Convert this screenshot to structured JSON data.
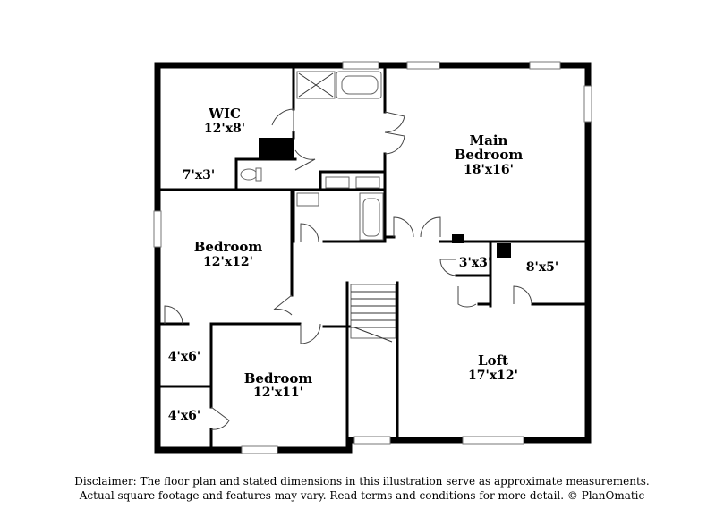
{
  "rooms": {
    "wic": {
      "name": "WIC",
      "dim": "12'x8'"
    },
    "wic_closet": {
      "dim": "7'x3'"
    },
    "main_bedroom": {
      "name1": "Main",
      "name2": "Bedroom",
      "dim": "18'x16'"
    },
    "bedroom_1": {
      "name": "Bedroom",
      "dim": "12'x12'"
    },
    "bedroom_2": {
      "name": "Bedroom",
      "dim": "12'x11'"
    },
    "closet_a": {
      "dim": "3'x3'"
    },
    "closet_b": {
      "dim": "8'x5'"
    },
    "closet_c": {
      "dim": "4'x6'"
    },
    "closet_d": {
      "dim": "4'x6'"
    },
    "loft": {
      "name": "Loft",
      "dim": "17'x12'"
    }
  },
  "disclaimer": {
    "line1": "Disclaimer: The floor plan and stated dimensions in this illustration serve as approximate measurements.",
    "line2": "Actual square footage and features may vary. Read terms and conditions for more detail. © PlanOmatic"
  }
}
